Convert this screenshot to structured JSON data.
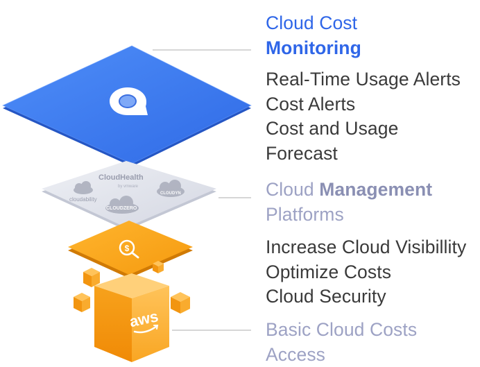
{
  "layers": [
    {
      "id": "monitoring",
      "heading_light": "Cloud Cost",
      "heading_bold": "Monitoring",
      "items": [
        "Real-Time Usage Alerts",
        "Cost Alerts",
        "Cost and Usage",
        "Forecast"
      ],
      "color": "#3d7ef3"
    },
    {
      "id": "management",
      "heading_light": "Cloud ",
      "heading_bold": "Management",
      "heading_tail": "Platforms",
      "items": [
        "Increase Cloud Visibillity",
        "Optimize Costs",
        "Cloud Security"
      ],
      "color": "#dfe1ea"
    },
    {
      "id": "basic",
      "heading_light": "Basic Cloud Costs",
      "heading_tail": "Access",
      "color": "#f5a21a"
    }
  ],
  "platform_logos": {
    "cloudhealth": "CloudHealth",
    "cloudhealth_sub": "by vmware",
    "cloudability": "cloudability",
    "cloudyn": "CLOUDYN",
    "cloudzero": "CLOUDZERO"
  },
  "aws_logo": "aws",
  "icons": {
    "monitoring": "monitoring-app-icon",
    "cost_search": "dollar-search-icon"
  }
}
